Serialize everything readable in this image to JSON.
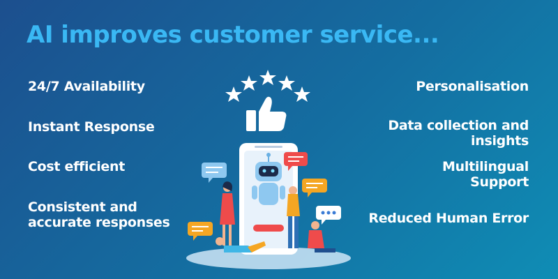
{
  "title": "AI improves customer service...",
  "left_benefits": [
    "24/7 Availability",
    "Instant Response",
    "Cost efficient",
    "Consistent and accurate responses"
  ],
  "right_benefits": [
    "Personalisation",
    "Data collection and insights",
    "Multilingual Support",
    "Reduced Human Error"
  ],
  "illustration": {
    "icons": [
      "five-stars-icon",
      "thumbs-up-icon",
      "smartphone-icon",
      "robot-icon",
      "chat-bubble-icon"
    ],
    "star_count": 5
  },
  "colors": {
    "title": "#3ab8f4",
    "background_start": "#1c4f8e",
    "background_end": "#0f8db5",
    "accent_red": "#ef4b4b",
    "accent_orange": "#f5a623"
  }
}
